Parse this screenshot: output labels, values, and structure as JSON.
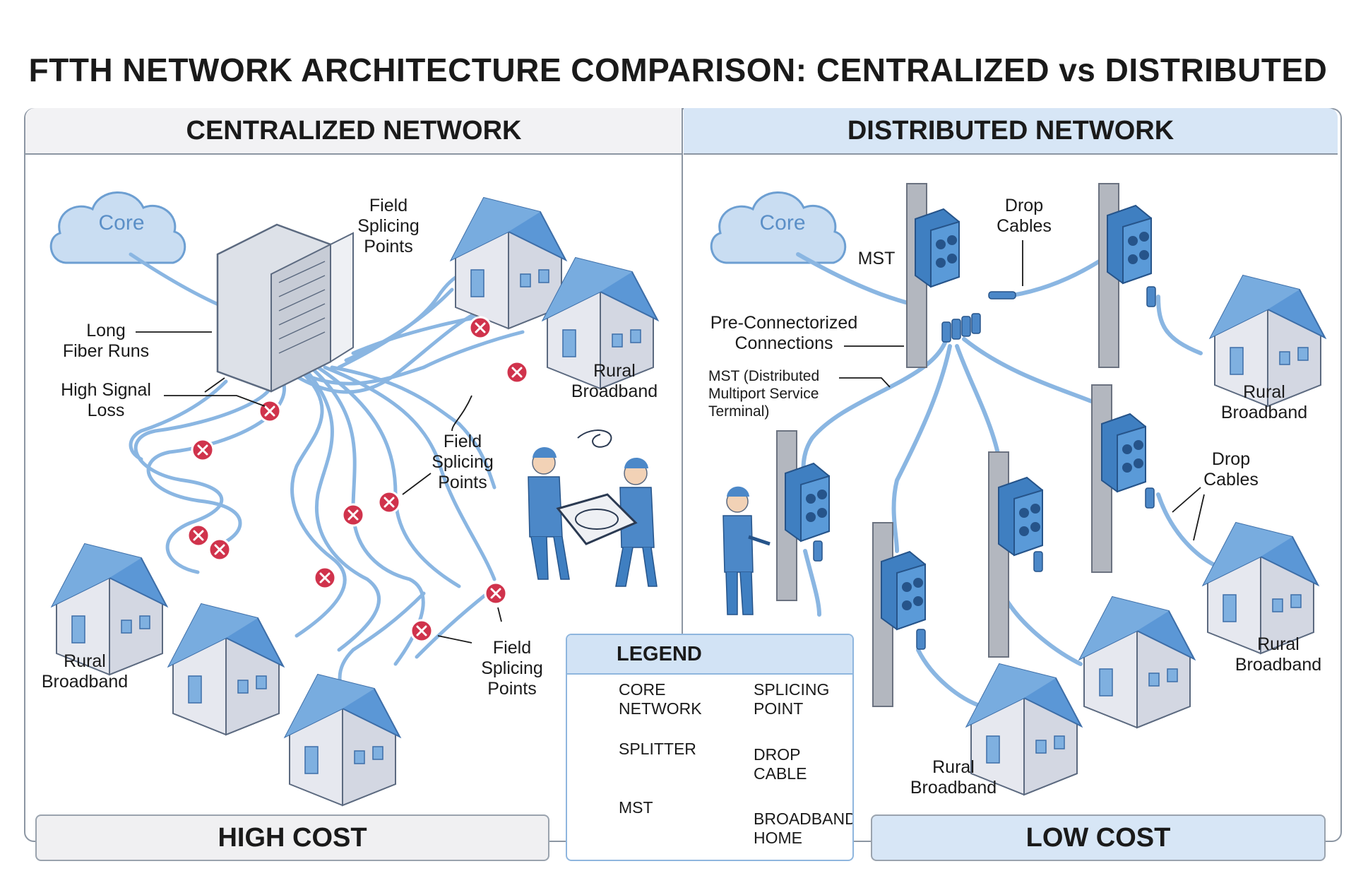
{
  "title": "FTTH NETWORK ARCHITECTURE COMPARISON: CENTRALIZED vs DISTRIBUTED",
  "left_panel": {
    "header": "CENTRALIZED NETWORK",
    "core_label": "Core",
    "labels": {
      "field_splicing_top": "Field\nSplicing\nPoints",
      "long_fiber_runs": "Long\nFiber Runs",
      "high_signal_loss": "High Signal\nLoss",
      "rural_broadband_top": "Rural\nBroadband",
      "field_splicing_mid": "Field\nSplicing\nPoints",
      "rural_broadband_left": "Rural\nBroadband",
      "field_splicing_bottom": "Field\nSplicing\nPoints"
    },
    "cost": "HIGH COST"
  },
  "right_panel": {
    "header": "DISTRIBUTED NETWORK",
    "core_label": "Core",
    "labels": {
      "mst": "MST",
      "drop_cables_top": "Drop\nCables",
      "pre_connectorized": "Pre-Connectorized\nConnections",
      "mst_distributed": "MST (Distributed\nMultiport Service\nTerminal)",
      "rural_broadband_top": "Rural\nBroadband",
      "drop_cables_right": "Drop\nCables",
      "rural_broadband_right": "Rural\nBroadband",
      "rural_broadband_bottom": "Rural\nBroadband"
    },
    "cost": "LOW COST"
  },
  "legend": {
    "title": "LEGEND",
    "items": {
      "core_network": "CORE\nNETWORK",
      "splicing_point": "SPLICING\nPOINT",
      "splitter": "SPLITTER",
      "drop_cable": "DROP\nCABLE",
      "mst": "MST",
      "broadband_home": "BROADBAND\nHOME"
    }
  },
  "colors": {
    "fiber": "#8ab6e2",
    "fiber_dark": "#5b8fc7",
    "roof": "#5b97d6",
    "wall": "#e6e8ef",
    "splice": "#d0334c",
    "pole": "#a9adb5",
    "mst": "#3f7fc1",
    "cloud": "#c9ddf2"
  }
}
